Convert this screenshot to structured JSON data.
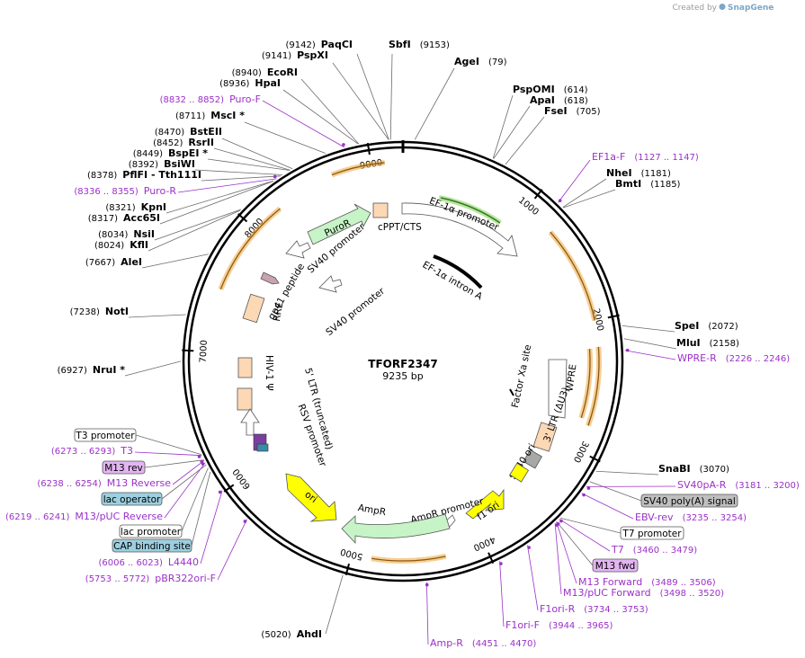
{
  "header": {
    "credit_prefix": "Created by",
    "brand": "SnapGene"
  },
  "plasmid": {
    "name": "TFORF2347",
    "size_label": "9235 bp",
    "length": 9235
  },
  "ticks": [
    "1000",
    "2000",
    "3000",
    "4000",
    "5000",
    "6000",
    "7000",
    "8000",
    "9000"
  ],
  "restriction_sites": [
    {
      "name": "PaqCI",
      "pos": "(9142)"
    },
    {
      "name": "SbfI",
      "pos": "(9153)"
    },
    {
      "name": "PspXI",
      "pos": "(9141)"
    },
    {
      "name": "AgeI",
      "pos": "(79)"
    },
    {
      "name": "EcoRI",
      "pos": "(8940)"
    },
    {
      "name": "HpaI",
      "pos": "(8936)"
    },
    {
      "name": "PspOMI",
      "pos": "(614)"
    },
    {
      "name": "ApaI",
      "pos": "(618)"
    },
    {
      "name": "FseI",
      "pos": "(705)"
    },
    {
      "name": "MscI *",
      "pos": "(8711)"
    },
    {
      "name": "BstEII",
      "pos": "(8470)"
    },
    {
      "name": "RsrII",
      "pos": "(8452)"
    },
    {
      "name": "BspEI *",
      "pos": "(8449)"
    },
    {
      "name": "BsiWI",
      "pos": "(8392)"
    },
    {
      "name": "PflFI - Tth111I",
      "pos": "(8378)"
    },
    {
      "name": "NheI",
      "pos": "(1181)"
    },
    {
      "name": "BmtI",
      "pos": "(1185)"
    },
    {
      "name": "KpnI",
      "pos": "(8321)"
    },
    {
      "name": "Acc65I",
      "pos": "(8317)"
    },
    {
      "name": "NsiI",
      "pos": "(8034)"
    },
    {
      "name": "KflI",
      "pos": "(8024)"
    },
    {
      "name": "AleI",
      "pos": "(7667)"
    },
    {
      "name": "NotI",
      "pos": "(7238)"
    },
    {
      "name": "SpeI",
      "pos": "(2072)"
    },
    {
      "name": "MluI",
      "pos": "(2158)"
    },
    {
      "name": "NruI *",
      "pos": "(6927)"
    },
    {
      "name": "SnaBI",
      "pos": "(3070)"
    },
    {
      "name": "AhdI",
      "pos": "(5020)"
    }
  ],
  "primers": [
    {
      "name": "Puro-F",
      "pos": "(8832 .. 8852)"
    },
    {
      "name": "Puro-R",
      "pos": "(8336 .. 8355)"
    },
    {
      "name": "EF1a-F",
      "pos": "(1127 .. 1147)"
    },
    {
      "name": "WPRE-R",
      "pos": "(2226 .. 2246)"
    },
    {
      "name": "SV40pA-R",
      "pos": "(3181 .. 3200)"
    },
    {
      "name": "EBV-rev",
      "pos": "(3235 .. 3254)"
    },
    {
      "name": "T7",
      "pos": "(3460 .. 3479)"
    },
    {
      "name": "M13 Forward",
      "pos": "(3489 .. 3506)"
    },
    {
      "name": "M13/pUC Forward",
      "pos": "(3498 .. 3520)"
    },
    {
      "name": "F1ori-R",
      "pos": "(3734 .. 3753)"
    },
    {
      "name": "F1ori-F",
      "pos": "(3944 .. 3965)"
    },
    {
      "name": "Amp-R",
      "pos": "(4451 .. 4470)"
    },
    {
      "name": "T3",
      "pos": "(6273 .. 6293)"
    },
    {
      "name": "M13 Reverse",
      "pos": "(6238 .. 6254)"
    },
    {
      "name": "M13/pUC Reverse",
      "pos": "(6219 .. 6241)"
    },
    {
      "name": "L4440",
      "pos": "(6006 .. 6023)"
    },
    {
      "name": "pBR322ori-F",
      "pos": "(5753 .. 5772)"
    }
  ],
  "boxed_labels": {
    "sv40_polya": "SV40 poly(A) signal",
    "t7_promoter": "T7 promoter",
    "m13_fwd": "M13 fwd",
    "t3_promoter": "T3 promoter",
    "m13_rev": "M13 rev",
    "lac_operator": "lac operator",
    "lac_promoter": "lac promoter",
    "cap_site": "CAP binding site"
  },
  "features": {
    "puror": "PuroR",
    "cppt": "cPPT/CTS",
    "ef1a_promoter": "EF-1α promoter",
    "ef1a_intron": "EF-1α intron A",
    "sv40_promoter_1": "SV40 promoter",
    "sv40_promoter_2": "SV40 promoter",
    "gp41": "gp41 peptide",
    "rre": "RRE",
    "hiv_psi": "HIV-1 Ψ",
    "ltr5": "5' LTR (truncated)",
    "rsv": "RSV promoter",
    "factor_xa": "Factor Xa site",
    "wpre": "WPRE",
    "ltr3": "3' LTR (ΔU3)",
    "sv40_ori": "SV40 ori",
    "f1_ori": "f1 ori",
    "ampr_promoter": "AmpR promoter",
    "ampr": "AmpR",
    "ori": "ori"
  },
  "colors": {
    "primer": "#9b30c8",
    "orange_orf": "#f0a63a",
    "green_orf": "#8fd35b",
    "promoter_green": "#c7f4c7",
    "peach": "#fdd8b5",
    "yellow": "#ffff00",
    "gray_box": "#bfbfbf",
    "violet_box": "#e3b5f2",
    "teal_box": "#9ccfe0"
  }
}
